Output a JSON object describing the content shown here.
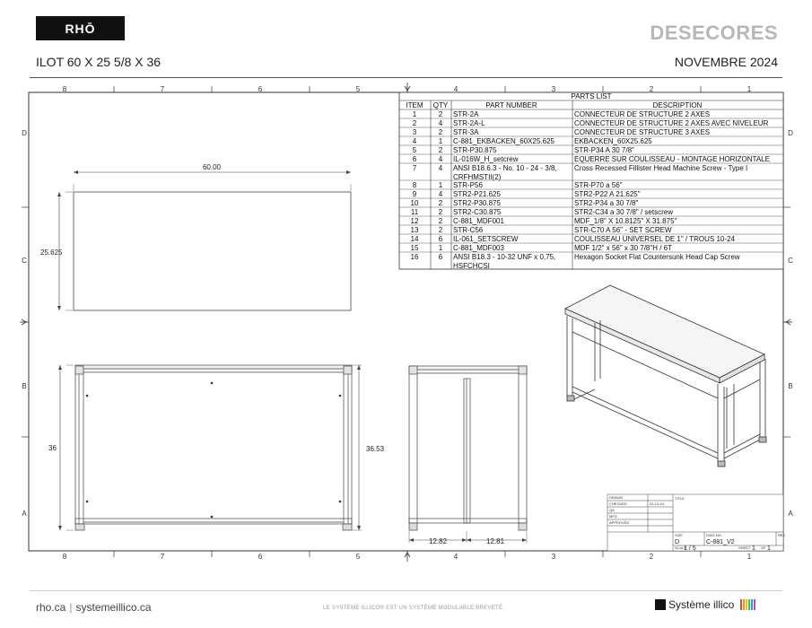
{
  "header": {
    "logo": "RHŌ",
    "brand": "DESECORES",
    "title": "ILOT 60 X 25 5/8 X 36",
    "date": "NOVEMBRE 2024"
  },
  "footer": {
    "site1": "rho.ca",
    "site2": "systemeillico.ca",
    "notice": "LE SYSTÈME ILLICO® EST UN SYSTÈME MODULABLE BREVETÉ.",
    "brand": "Système illico",
    "brand_colors": [
      "#e84b3c",
      "#f39c12",
      "#f1c40f",
      "#2ecc71",
      "#3498db",
      "#9b59b6"
    ]
  },
  "grid": {
    "top": [
      "8",
      "7",
      "6",
      "5",
      "4",
      "3",
      "2",
      "1"
    ],
    "bottom": [
      "8",
      "7",
      "6",
      "5",
      "4",
      "3",
      "2",
      "1"
    ],
    "left": [
      "D",
      "C",
      "B",
      "A"
    ],
    "right": [
      "D",
      "C",
      "B",
      "A"
    ]
  },
  "parts_list": {
    "title": "PARTS LIST",
    "headers": [
      "ITEM",
      "QTY",
      "PART NUMBER",
      "DESCRIPTION"
    ],
    "rows": [
      {
        "item": "1",
        "qty": "2",
        "part": "STR-2A",
        "desc": "CONNECTEUR DE STRUCTURE 2 AXES"
      },
      {
        "item": "2",
        "qty": "4",
        "part": "STR-2A-L",
        "desc": "CONNECTEUR DE STRUCTURE 2 AXES AVEC NIVELEUR"
      },
      {
        "item": "3",
        "qty": "2",
        "part": "STR-3A",
        "desc": "CONNECTEUR DE STRUCTURE 3 AXES"
      },
      {
        "item": "4",
        "qty": "1",
        "part": "C-881_EKBACKEN_60X25.625",
        "desc": "EKBACKEN_60X25.625"
      },
      {
        "item": "5",
        "qty": "2",
        "part": "STR-P30.875",
        "desc": "STR-P34 A 30 7/8\""
      },
      {
        "item": "6",
        "qty": "4",
        "part": "IL-016W_H_setcrew",
        "desc": "EQUERRE SUR COULISSEAU - MONTAGE HORIZONTALE"
      },
      {
        "item": "7",
        "qty": "4",
        "part": "ANSI B18.6.3 - No. 10 - 24 - 3/8,",
        "part2": "CRFHMSTII(2)",
        "desc": "Cross Recessed Fillister Head Machine Screw - Type I"
      },
      {
        "item": "8",
        "qty": "1",
        "part": "STR-P56",
        "desc": "STR-P70 a 56\""
      },
      {
        "item": "9",
        "qty": "4",
        "part": "STR2-P21.625",
        "desc": "STR2-P22 A 21.625\""
      },
      {
        "item": "10",
        "qty": "2",
        "part": "STR2-P30.875",
        "desc": "STR2-P34 a 30 7/8\""
      },
      {
        "item": "11",
        "qty": "2",
        "part": "STR2-C30.875",
        "desc": "STR2-C34 a 30 7/8\" / setscrew"
      },
      {
        "item": "12",
        "qty": "2",
        "part": "C-881_MDF001",
        "desc": "MDF_1/8\" X 10.8125\" X 31.875\""
      },
      {
        "item": "13",
        "qty": "2",
        "part": "STR-C56",
        "desc": "STR-C70 A 56\"  - SET SCREW"
      },
      {
        "item": "14",
        "qty": "6",
        "part": "IL-061_SETSCREW",
        "desc": "COULISSEAU UNIVERSEL DE 1\" / TROUS 10-24"
      },
      {
        "item": "15",
        "qty": "1",
        "part": "C-881_MDF003",
        "desc": "MDF 1/2\" x 56\" x 30 7/8\"H / 6T"
      },
      {
        "item": "16",
        "qty": "6",
        "part": "ANSI B18.3 - 10-32 UNF x 0,75,",
        "part2": "HSFCHCSI",
        "desc": "Hexagon Socket Flat Countersunk Head Cap Screw"
      }
    ]
  },
  "dimensions": {
    "top_width": "60.00",
    "top_depth": "25.625",
    "front_height": "36",
    "side_height": "36.53",
    "side_left": "12.82",
    "side_right": "12.81"
  },
  "title_block": {
    "drawn": "DRAWN",
    "checked": "CHECKED",
    "qa": "QA",
    "mfg": "MFG",
    "approved": "APPROVED",
    "date": "02-12-24",
    "title_label": "TITLE",
    "size_label": "SIZE",
    "size": "D",
    "dwg_label": "DWG NO",
    "dwg": "C-881_V2",
    "rev_label": "REV",
    "scale_label": "SCALE",
    "scale": "1 / 5",
    "sheet_label": "SHEET",
    "sheet": "1",
    "of_label": "OF",
    "of": "1"
  }
}
